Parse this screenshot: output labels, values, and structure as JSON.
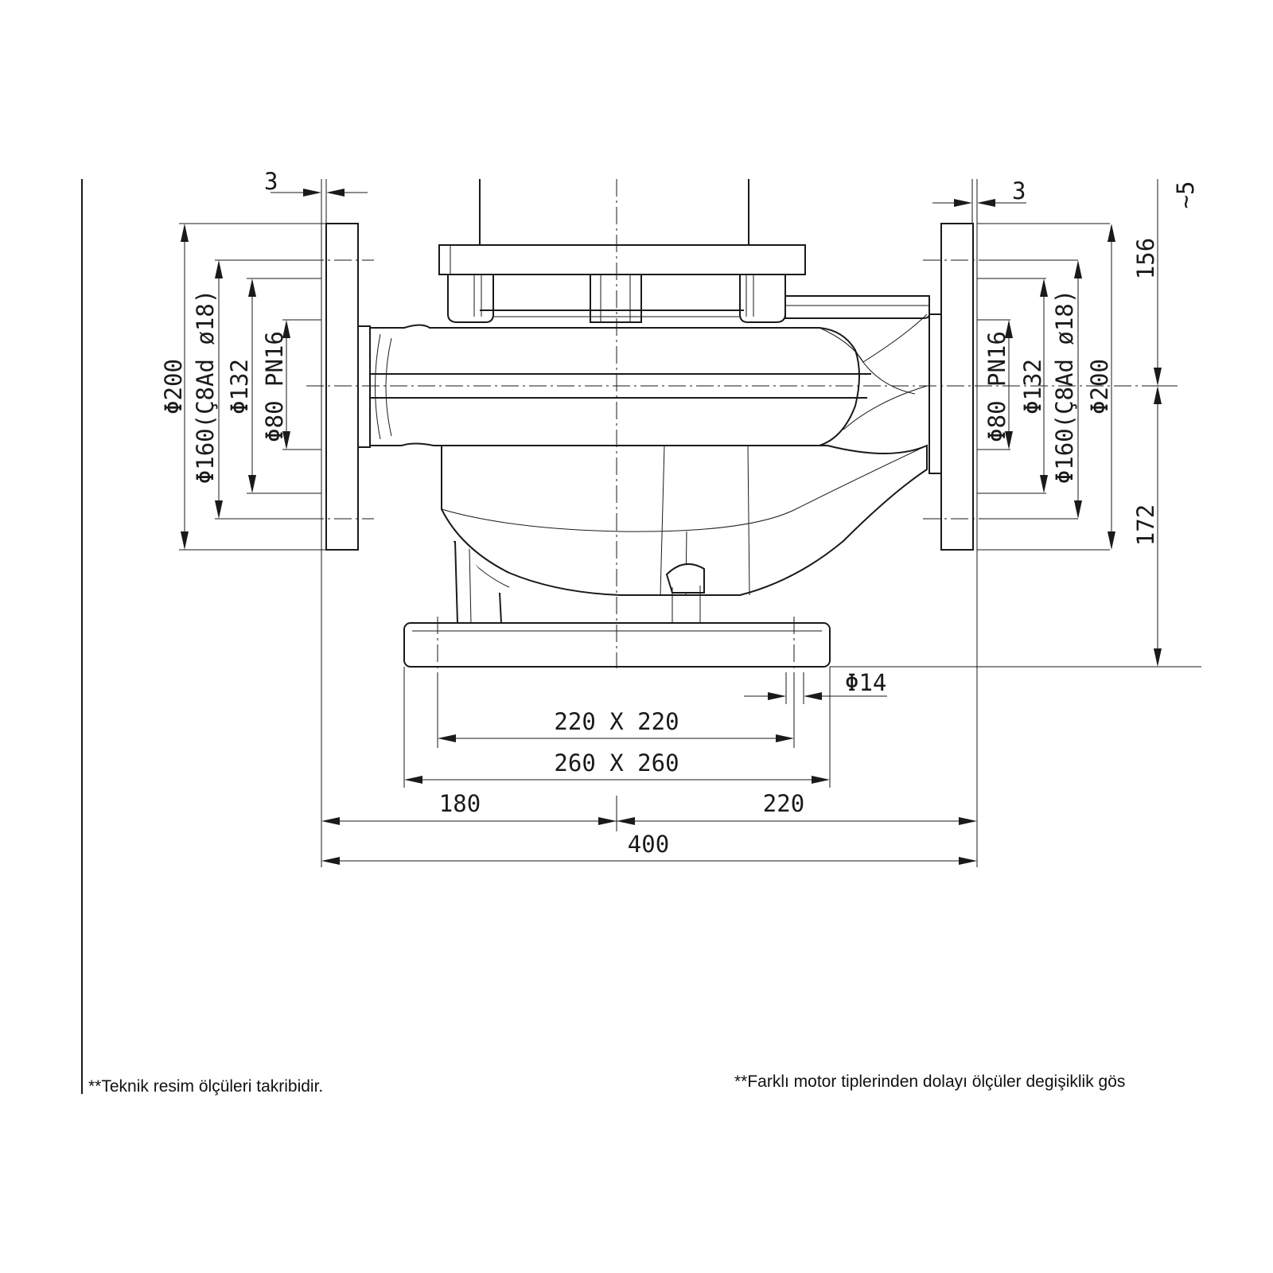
{
  "dimensions": {
    "flange_outer_left": "Φ200",
    "bolt_circle_left": "Φ160(Ç8Ad ø18)",
    "raised_face_left": "Φ132",
    "nominal_left": "Φ80 PN16",
    "flange_outer_right": "Φ200",
    "bolt_circle_right": "Φ160(Ç8Ad ø18)",
    "raised_face_right": "Φ132",
    "nominal_right": "Φ80 PN16",
    "flange_thickness_left": "3",
    "flange_thickness_right": "3",
    "top_partial": "~5",
    "height_upper": "156",
    "height_lower": "172",
    "hole_diameter": "Φ14",
    "base_bolt_pattern": "220 X 220",
    "base_plate": "260 X 260",
    "inlet_to_axis": "180",
    "axis_to_outlet": "220",
    "port_to_port": "400"
  },
  "notes": {
    "left": "**Teknik resim ölçüleri takribidir.",
    "right": "**Farklı motor tiplerinden dolayı ölçüler degişiklik gös"
  }
}
